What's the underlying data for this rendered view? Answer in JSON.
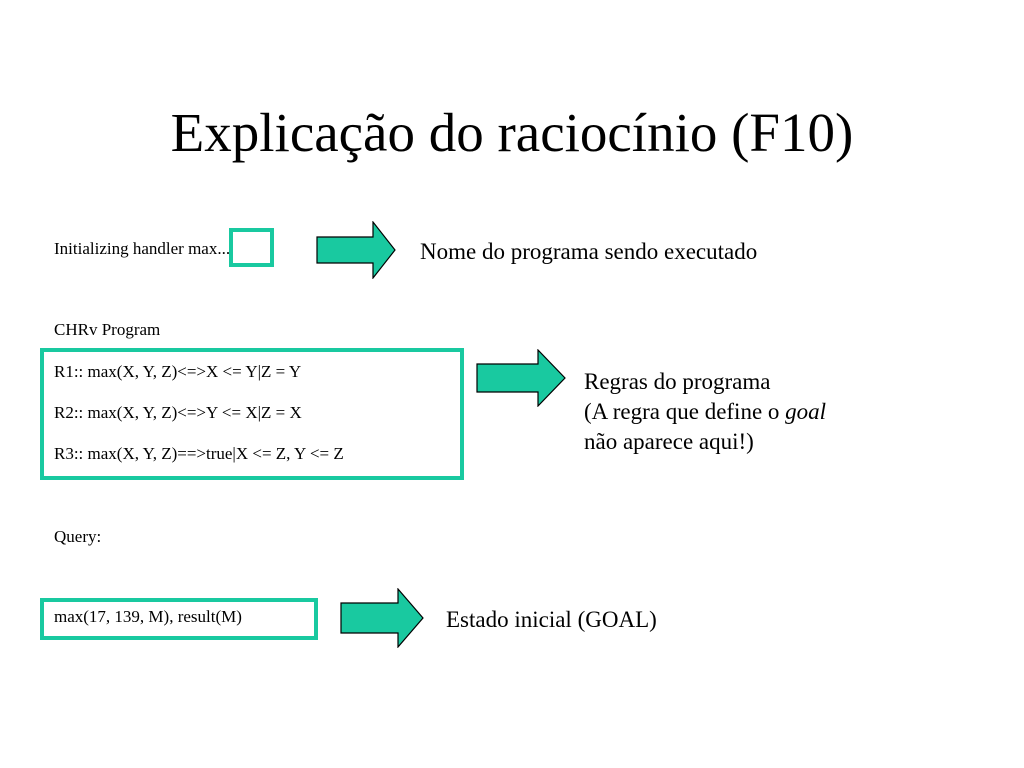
{
  "slide": {
    "title": "Explicação do raciocínio (F10)"
  },
  "handler": {
    "prefix": "Initializing handler ",
    "highlight": "max",
    "suffix": "...",
    "explanation": "Nome do programa sendo executado"
  },
  "program": {
    "heading": "CHRv Program",
    "rules": [
      "R1:: max(X, Y, Z)<=>X <= Y|Z = Y",
      "R2:: max(X, Y, Z)<=>Y <= X|Z = X",
      "R3:: max(X, Y, Z)==>true|X <= Z, Y <= Z"
    ],
    "explanation": {
      "line1": "Regras do programa",
      "line2_prefix": "(A regra que define o ",
      "line2_emph": "goal",
      "line3": "não aparece aqui!)"
    }
  },
  "query": {
    "heading": "Query:",
    "value": "max(17, 139, M), result(M)",
    "explanation": "Estado inicial (GOAL)"
  },
  "colors": {
    "accent": "#19c9a0",
    "arrow_fill": "#19c9a0",
    "text": "#000000",
    "background": "#ffffff"
  },
  "icons": [
    "right-arrow-icon"
  ]
}
